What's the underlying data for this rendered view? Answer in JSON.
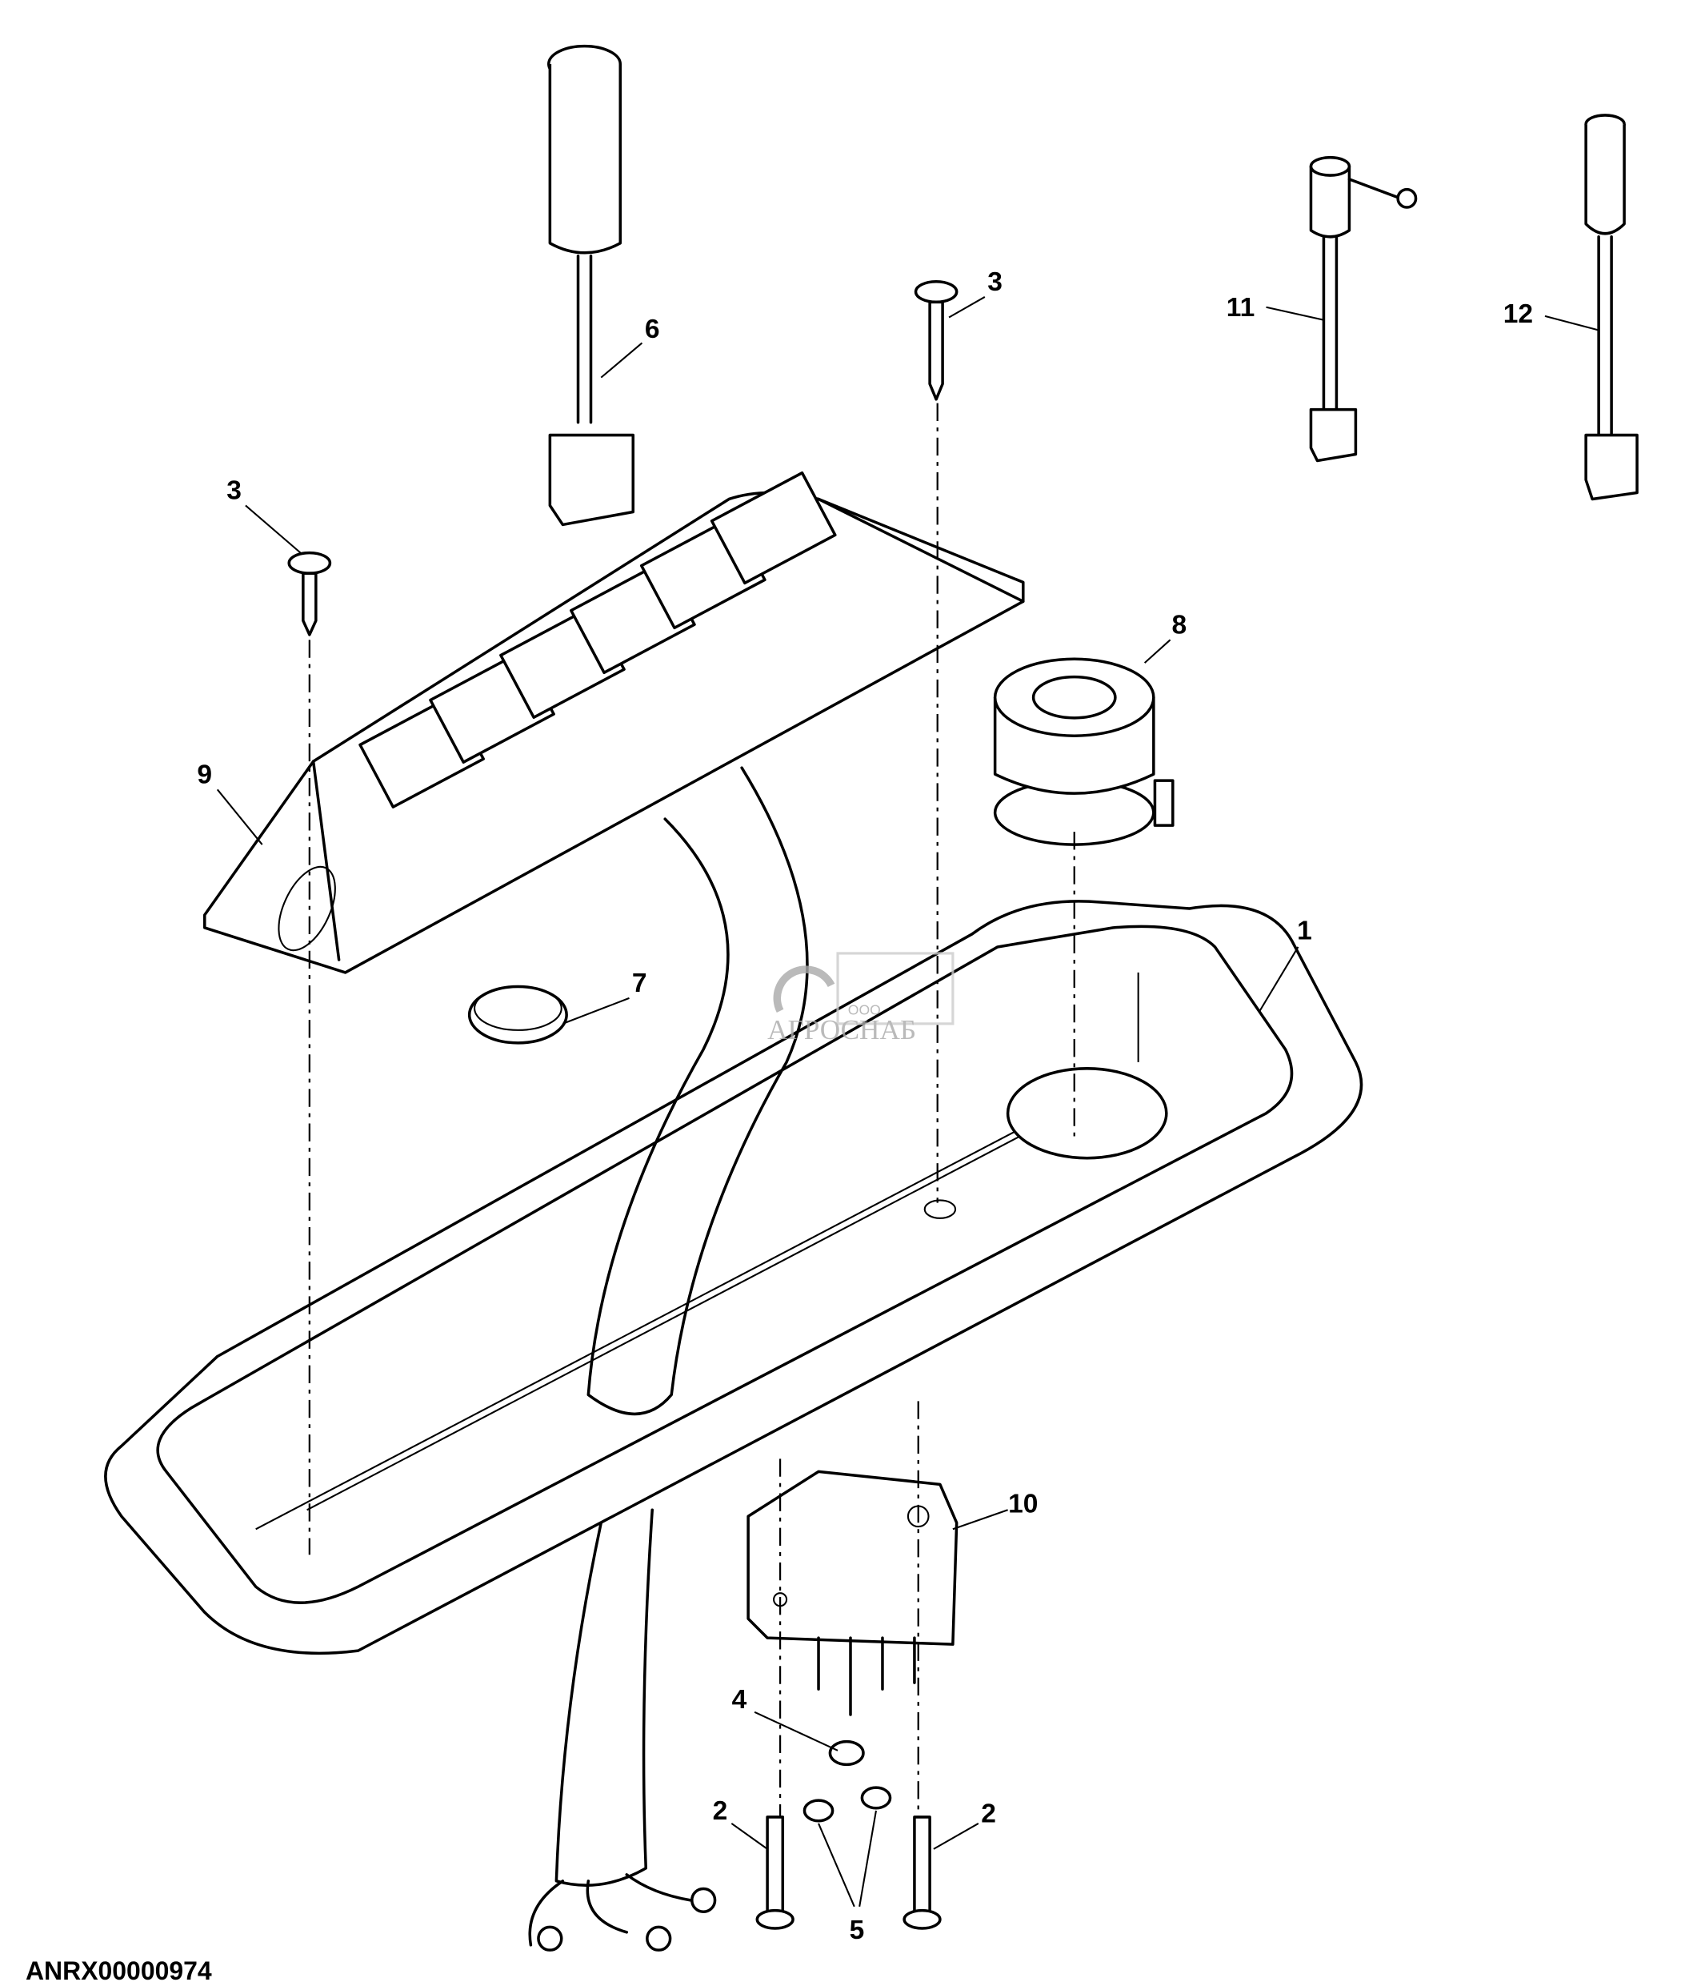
{
  "diagram": {
    "part_number": "ANRX00000974",
    "watermark": {
      "prefix": "ООО",
      "name": "АГРОСНАБ"
    },
    "callouts": {
      "c1": "1",
      "c2a": "2",
      "c2b": "2",
      "c3a": "3",
      "c3b": "3",
      "c4": "4",
      "c5": "5",
      "c6": "6",
      "c7": "7",
      "c8": "8",
      "c9": "9",
      "c10": "10",
      "c11": "11",
      "c12": "12"
    }
  }
}
